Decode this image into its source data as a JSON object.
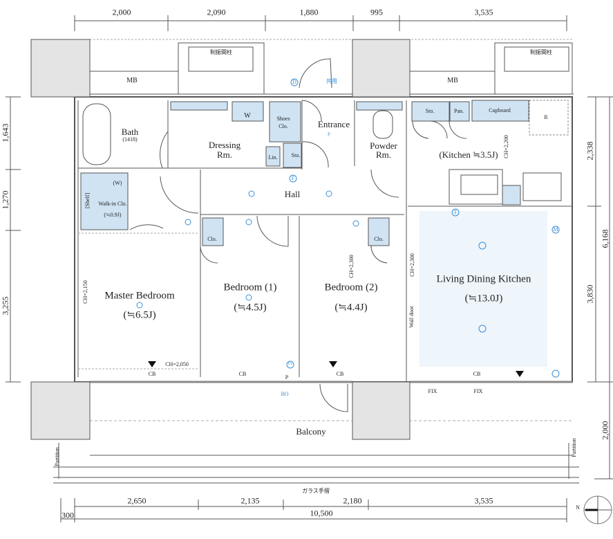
{
  "dimensions": {
    "top": [
      "2,000",
      "2,090",
      "1,880",
      "995",
      "3,535"
    ],
    "bottom": [
      "2,650",
      "2,135",
      "2,180",
      "3,535"
    ],
    "bottom_total": "10,500",
    "bottom_offset": "300",
    "left": [
      "1,643",
      "1,270",
      "3,255"
    ],
    "right": [
      "2,338",
      "3,830"
    ],
    "right_total": "6,168",
    "right_balcony": "2,000"
  },
  "rooms": {
    "mb_left": "MB",
    "mb_right": "MB",
    "column_label_left": "制振間柱",
    "column_label_right": "制振間柱",
    "bath": "Bath",
    "bath_size": "(1418)",
    "dressing": "Dressing",
    "dressing_rm": "Rm.",
    "washer": "W",
    "shoes": "Shoes",
    "shoes_clo": "Clo.",
    "lin": "Lin.",
    "sto_entrance": "Sto.",
    "entrance": "Entrance",
    "powder": "Powder",
    "powder_rm": "Rm.",
    "kitchen_sto": "Sto.",
    "pantry": "Pan.",
    "cupboard": "Cupboard",
    "refrigerator": "R",
    "kitchen": "(Kitchen ≒3.5J)",
    "kitchen_ch": "CH=2,200",
    "hall": "Hall",
    "shelf": "[Shelf]",
    "wic_w": "(W)",
    "wic": "Walk-in Clo.",
    "wic_size": "(≒0.9J)",
    "master": "Master Bedroom",
    "master_size": "(≒6.5J)",
    "master_ch": "CH=2,150",
    "master_ch2": "CH=2,050",
    "bed1": "Bedroom (1)",
    "bed1_size": "(≒4.5J)",
    "bed1_clo": "Clo.",
    "bed2": "Bedroom (2)",
    "bed2_size": "(≒4.4J)",
    "bed2_clo": "Clo.",
    "bed2_ch": "CH=2,300",
    "ldk_ch": "CH=2,300",
    "wall_door": "Wall door",
    "ldk": "Living Dining Kitchen",
    "ldk_size": "(≒13.0J)",
    "cb": [
      "CB",
      "CB",
      "CB",
      "CB"
    ],
    "p": "P",
    "bo": "BO",
    "fix": [
      "FIX",
      "FIX"
    ],
    "balcony": "Balcony",
    "partition_left": "Partition",
    "partition_right": "Partition",
    "glass_rail": "ガラス手摺",
    "common": "共用",
    "north": "N"
  },
  "symbols": {
    "d": "D",
    "f": "F",
    "t": "T",
    "tv": "TV",
    "m": "M",
    "p": "P"
  },
  "colors": {
    "fixture_blue": "#cfe3f3",
    "ldk_blue": "#eef5fb",
    "column_gray": "#e4e4e4",
    "line": "#555555",
    "symbol": "#3a8fd6"
  }
}
